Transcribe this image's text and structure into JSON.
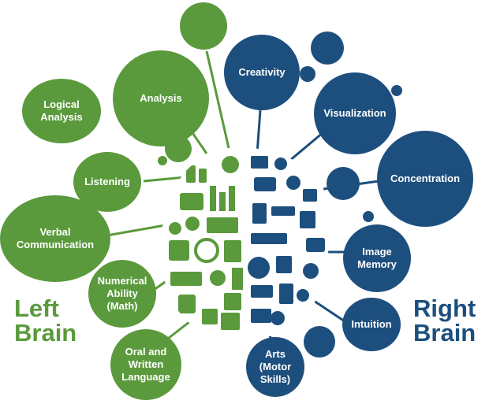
{
  "bubbles": {
    "logical_analysis": "Logical\nAnalysis",
    "analysis": "Analysis",
    "listening": "Listening",
    "verbal_communication": "Verbal\nCommunication",
    "numerical_ability": "Numerical\nAbility\n(Math)",
    "oral_written": "Oral and\nWritten\nLanguage",
    "creativity": "Creativity",
    "visualization": "Visualization",
    "concentration": "Concentration",
    "image_memory": "Image\nMemory",
    "intuition": "Intuition",
    "arts": "Arts\n(Motor\nSkills)"
  },
  "headings": {
    "left_line1": "Left",
    "left_line2": "Brain",
    "right_line1": "Right",
    "right_line2": "Brain"
  },
  "colors": {
    "left_green": "#5a9a3c",
    "right_blue": "#1d4f7e"
  },
  "icons": [
    "money-bag-icon",
    "bar-chart-icon",
    "soccer-ball-icon",
    "lightbulb-icon",
    "first-aid-icon",
    "newspaper-icon",
    "camera-icon",
    "music-note-icon"
  ]
}
